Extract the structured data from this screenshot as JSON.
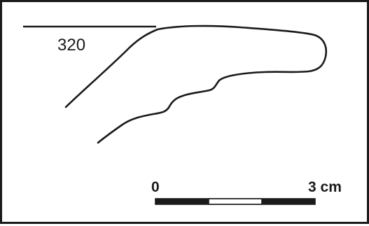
{
  "drawing": {
    "sample_number": "320",
    "scale_bar": {
      "start_label": "0",
      "end_label": "3 cm",
      "segments": 3,
      "unit": "cm"
    }
  }
}
